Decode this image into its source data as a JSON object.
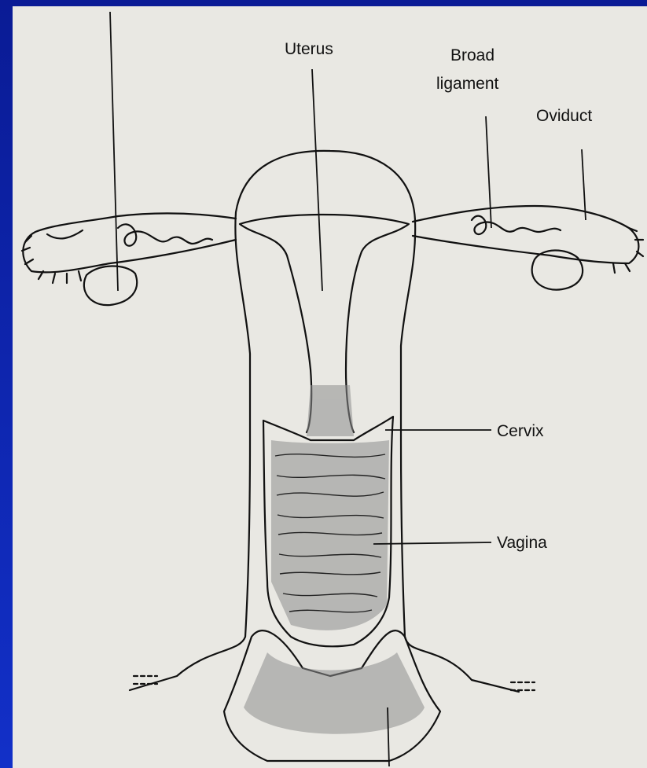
{
  "diagram": {
    "labels": {
      "uterus": "Uterus",
      "broad_ligament_line1": "Broad",
      "broad_ligament_line2": "ligament",
      "oviduct": "Oviduct",
      "cervix": "Cervix",
      "vagina": "Vagina"
    }
  },
  "colors": {
    "slide_background": "#0b1fa8",
    "page": "#e9e8e3",
    "ink": "#111111",
    "tissue_shade": "#8e8e8e"
  }
}
